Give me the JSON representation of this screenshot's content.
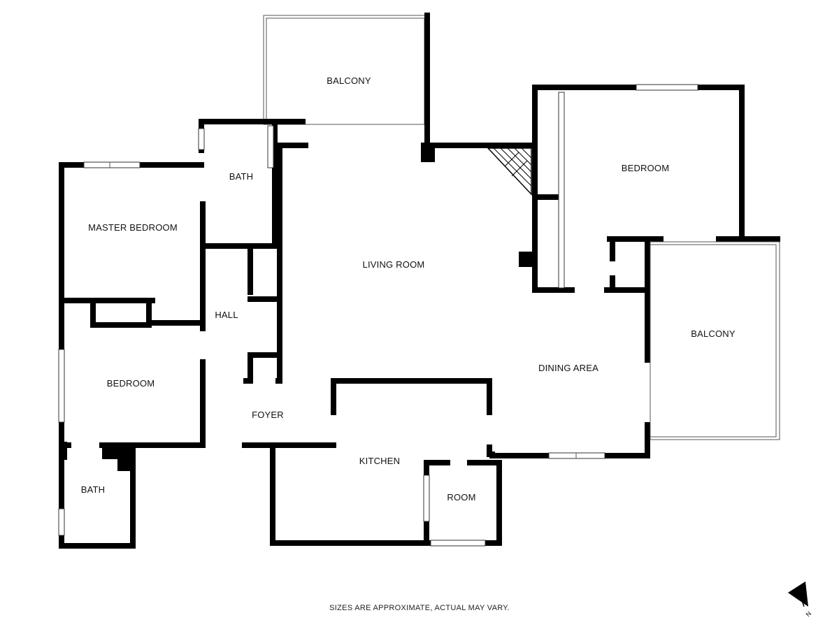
{
  "rooms": {
    "balcony_top": "BALCONY",
    "bath_upper": "BATH",
    "master_bedroom": "MASTER BEDROOM",
    "living_room": "LIVING ROOM",
    "bedroom_right": "BEDROOM",
    "hall": "HALL",
    "balcony_right": "BALCONY",
    "dining_area": "DINING AREA",
    "bedroom_left": "BEDROOM",
    "foyer": "FOYER",
    "kitchen": "KITCHEN",
    "room": "ROOM",
    "bath_lower": "BATH"
  },
  "disclaimer": "SIZES ARE APPROXIMATE, ACTUAL MAY VARY.",
  "compass": {
    "label": "N",
    "icon": "north-arrow-icon"
  },
  "colors": {
    "wall": "#000000",
    "background": "#ffffff"
  }
}
